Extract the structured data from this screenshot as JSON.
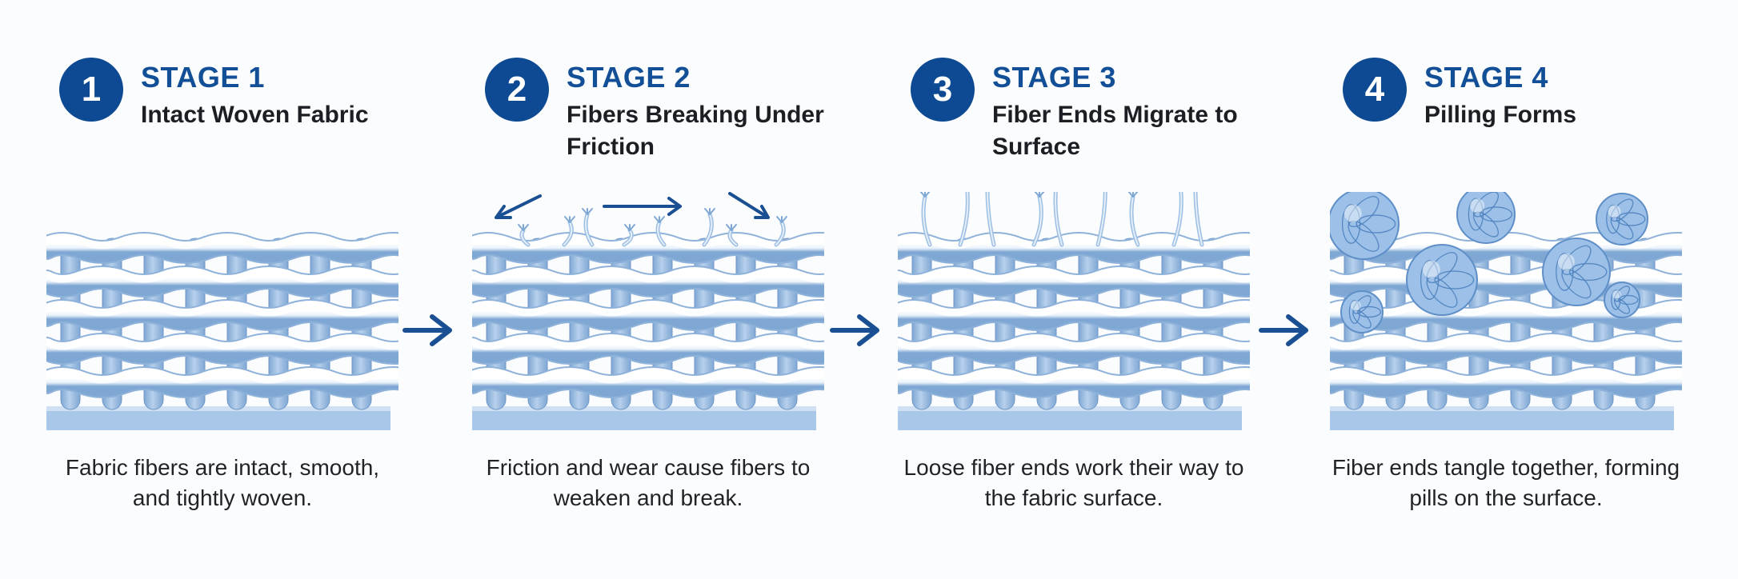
{
  "stages": [
    {
      "number": "1",
      "label": "STAGE 1",
      "title": "Intact Woven Fabric",
      "caption": "Fabric fibers are intact, smooth, and tightly woven."
    },
    {
      "number": "2",
      "label": "STAGE 2",
      "title": "Fibers Breaking Under Friction",
      "caption": "Friction and wear cause fibers to weaken and break."
    },
    {
      "number": "3",
      "label": "STAGE 3",
      "title": "Fiber Ends Migrate to Surface",
      "caption": "Loose fiber ends work their way to the fabric surface."
    },
    {
      "number": "4",
      "label": "STAGE 4",
      "title": "Pilling Forms",
      "caption": "Fiber ends tangle together, forming pills on the surface."
    }
  ],
  "colors": {
    "badge": "#0d4a93",
    "stage_label": "#134f96",
    "arrow": "#1a4f93",
    "fabric_light": "#e7f0fa",
    "fabric_mid": "#b7d0ec",
    "fabric_dark": "#7fa7d4",
    "base": "#a9c7e8"
  }
}
